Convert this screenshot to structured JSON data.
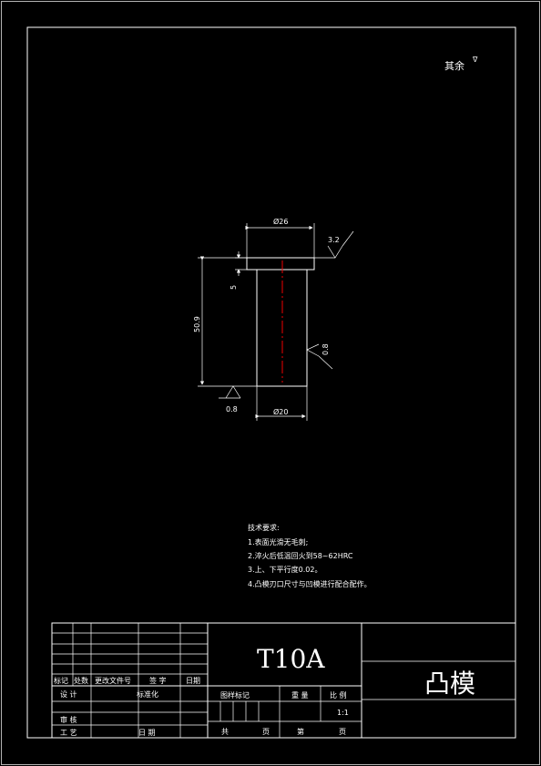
{
  "corner_mark": "其余",
  "corner_mark_sup": "∇",
  "dims": {
    "top_width": "Ø26",
    "bottom_width": "Ø20",
    "total_length": "50.9",
    "head_height": "5",
    "rough_top": "3.2",
    "rough_side": "0.8",
    "rough_bottom": "0.8"
  },
  "tech": {
    "title": "技术要求:",
    "items": [
      "1.表面光滑无毛刺;",
      "2.淬火后低温回火到58~62HRC",
      "3.上、下平行度0.02。",
      "4.凸模刃口尺寸与凹模进行配合配作。"
    ]
  },
  "title_block": {
    "material": "T10A",
    "part_name": "凸模",
    "hdr_mark": "标记",
    "hdr_count": "处数",
    "hdr_doc": "更改文件号",
    "hdr_sign": "签 字",
    "hdr_date": "日期",
    "design": "设 计",
    "standard": "标准化",
    "review": "审 核",
    "process": "工 艺",
    "date2": "日 期",
    "stage_mark": "图样标记",
    "weight": "重 量",
    "scale_label": "比 例",
    "scale_value": "1:1",
    "total": "共",
    "page_unit": "页",
    "sheet": "第",
    "page_unit2": "页"
  }
}
